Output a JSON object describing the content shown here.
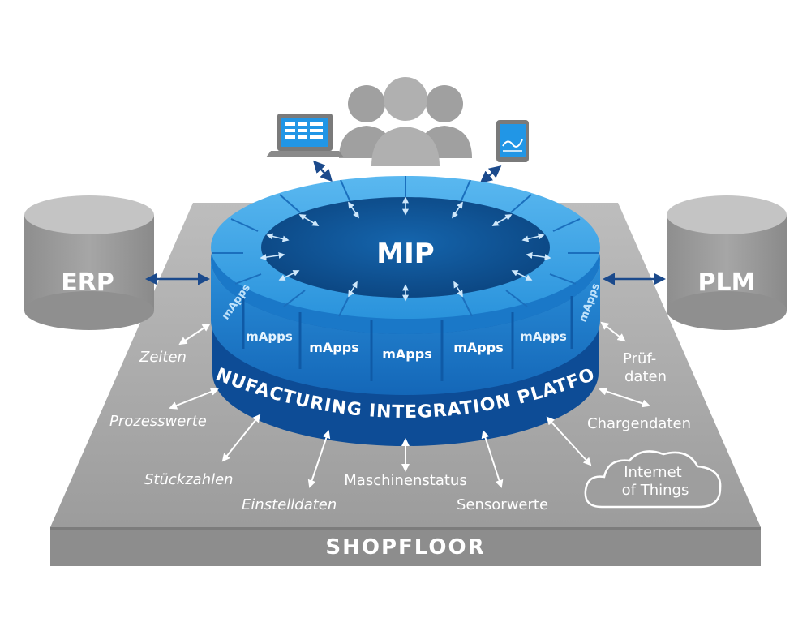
{
  "center": {
    "title": "MIP",
    "apps_label": "mApps"
  },
  "platform_label": "MANUFACTURING INTEGRATION PLATFORM",
  "systems": {
    "left": "ERP",
    "right": "PLM"
  },
  "base_label": "SHOPFLOOR",
  "shopfloor_data": {
    "zeiten": "Zeiten",
    "prozesswerte": "Prozesswerte",
    "stueckzahlen": "Stückzahlen",
    "einstelldaten": "Einstelldaten",
    "maschinenstatus": "Maschinenstatus",
    "sensorwerte": "Sensorwerte",
    "chargendaten": "Chargendaten",
    "pruefdaten_line1": "Prüf-",
    "pruefdaten_line2": "daten"
  },
  "cloud": {
    "line1": "Internet",
    "line2": "of Things"
  },
  "colors": {
    "ring_top": "#2e9be3",
    "ring_face": "#1a78c8",
    "center": "#0d4f92",
    "band": "#0d4c96",
    "gray_plate": "#a9a9a9",
    "gray_db": "#9a9a9a",
    "arrow": "#1b4a8c"
  }
}
